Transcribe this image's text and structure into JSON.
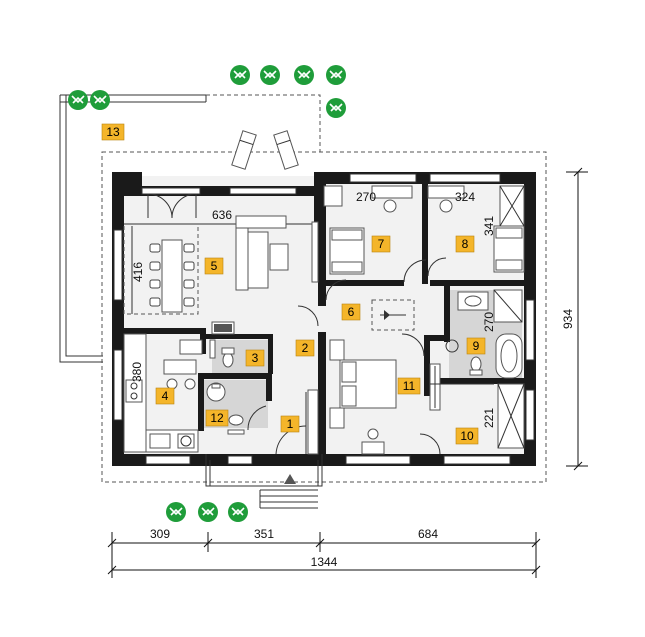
{
  "plan": {
    "rooms": [
      {
        "id": "room-1",
        "label": "1"
      },
      {
        "id": "room-2",
        "label": "2"
      },
      {
        "id": "room-3",
        "label": "3"
      },
      {
        "id": "room-4",
        "label": "4"
      },
      {
        "id": "room-5",
        "label": "5"
      },
      {
        "id": "room-6",
        "label": "6"
      },
      {
        "id": "room-7",
        "label": "7"
      },
      {
        "id": "room-8",
        "label": "8"
      },
      {
        "id": "room-9",
        "label": "9"
      },
      {
        "id": "room-10",
        "label": "10"
      },
      {
        "id": "room-11",
        "label": "11"
      },
      {
        "id": "room-12",
        "label": "12"
      },
      {
        "id": "room-13",
        "label": "13"
      }
    ],
    "interior_dimensions": {
      "living_width": "636",
      "living_depth": "416",
      "kitchen_depth": "380",
      "bedroom7_width": "270",
      "bedroom8_width": "324",
      "bedroom8_depth": "341",
      "bathroom9_depth": "270",
      "room10_depth": "221"
    },
    "overall_dimensions": {
      "segment_1": "309",
      "segment_2": "351",
      "segment_3": "684",
      "total_width": "1344",
      "total_depth": "934"
    },
    "colors": {
      "room_badge": "#f4b52a",
      "walls": "#1a1a1a",
      "trees": "#1f9d3a",
      "wet_area": "#d6d6d6"
    }
  }
}
